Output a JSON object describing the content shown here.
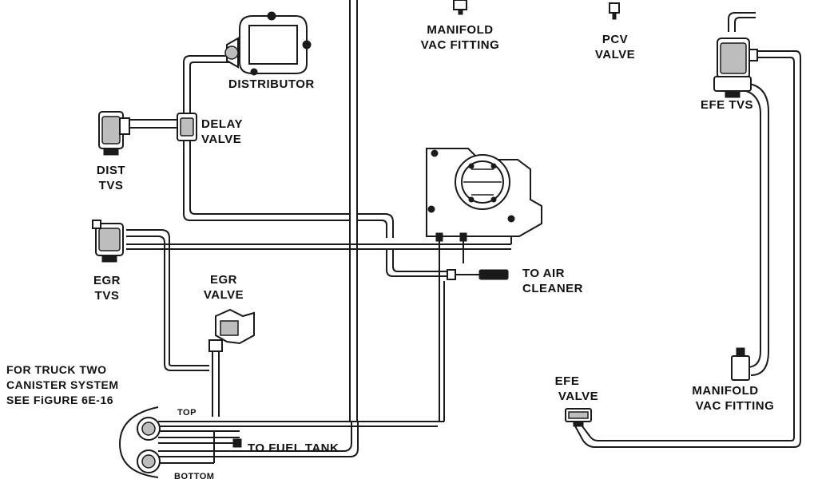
{
  "labels": {
    "manifold_vac_top_1": "MANIFOLD",
    "manifold_vac_top_2": "VAC FITTING",
    "pcv_1": "PCV",
    "pcv_2": "VALVE",
    "distributor": "DISTRIBUTOR",
    "delay_1": "DELAY",
    "delay_2": "VALVE",
    "dist_tvs_1": "DIST",
    "dist_tvs_2": "TVS",
    "efe_tvs": "EFE TVS",
    "to_air_1": "TO AIR",
    "to_air_2": "CLEANER",
    "egr_valve_1": "EGR",
    "egr_valve_2": "VALVE",
    "egr_tvs_1": "EGR",
    "egr_tvs_2": "TVS",
    "truck_note_1": "FOR TRUCK TWO",
    "truck_note_2": "CANISTER SYSTEM",
    "truck_note_3": "SEE FiGURE 6E-16",
    "top": "TOP",
    "bottom": "BOTTOM",
    "to_fuel_tank": "TO FUEL TANK",
    "efe_valve_1": "EFE",
    "efe_valve_2": "VALVE",
    "manifold_vac_right_1": "MANIFOLD",
    "manifold_vac_right_2": "VAC FITTING"
  }
}
